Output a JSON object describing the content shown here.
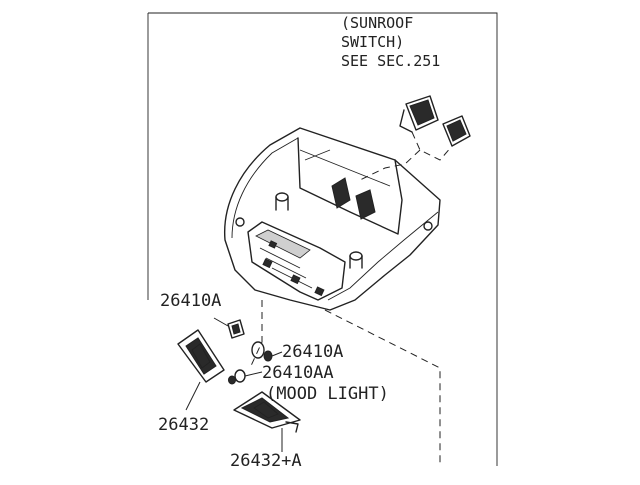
{
  "diagram": {
    "sunroof_note": {
      "line1": "(SUNROOF",
      "line2": "SWITCH)",
      "line3": "SEE SEC.251"
    },
    "callouts": {
      "p26410A_left": "26410A",
      "p26410A_right": "26410A",
      "p26410AA": "26410AA",
      "mood_light": "(MOOD LIGHT)",
      "p26432": "26432",
      "p26432A": "26432+A"
    }
  }
}
